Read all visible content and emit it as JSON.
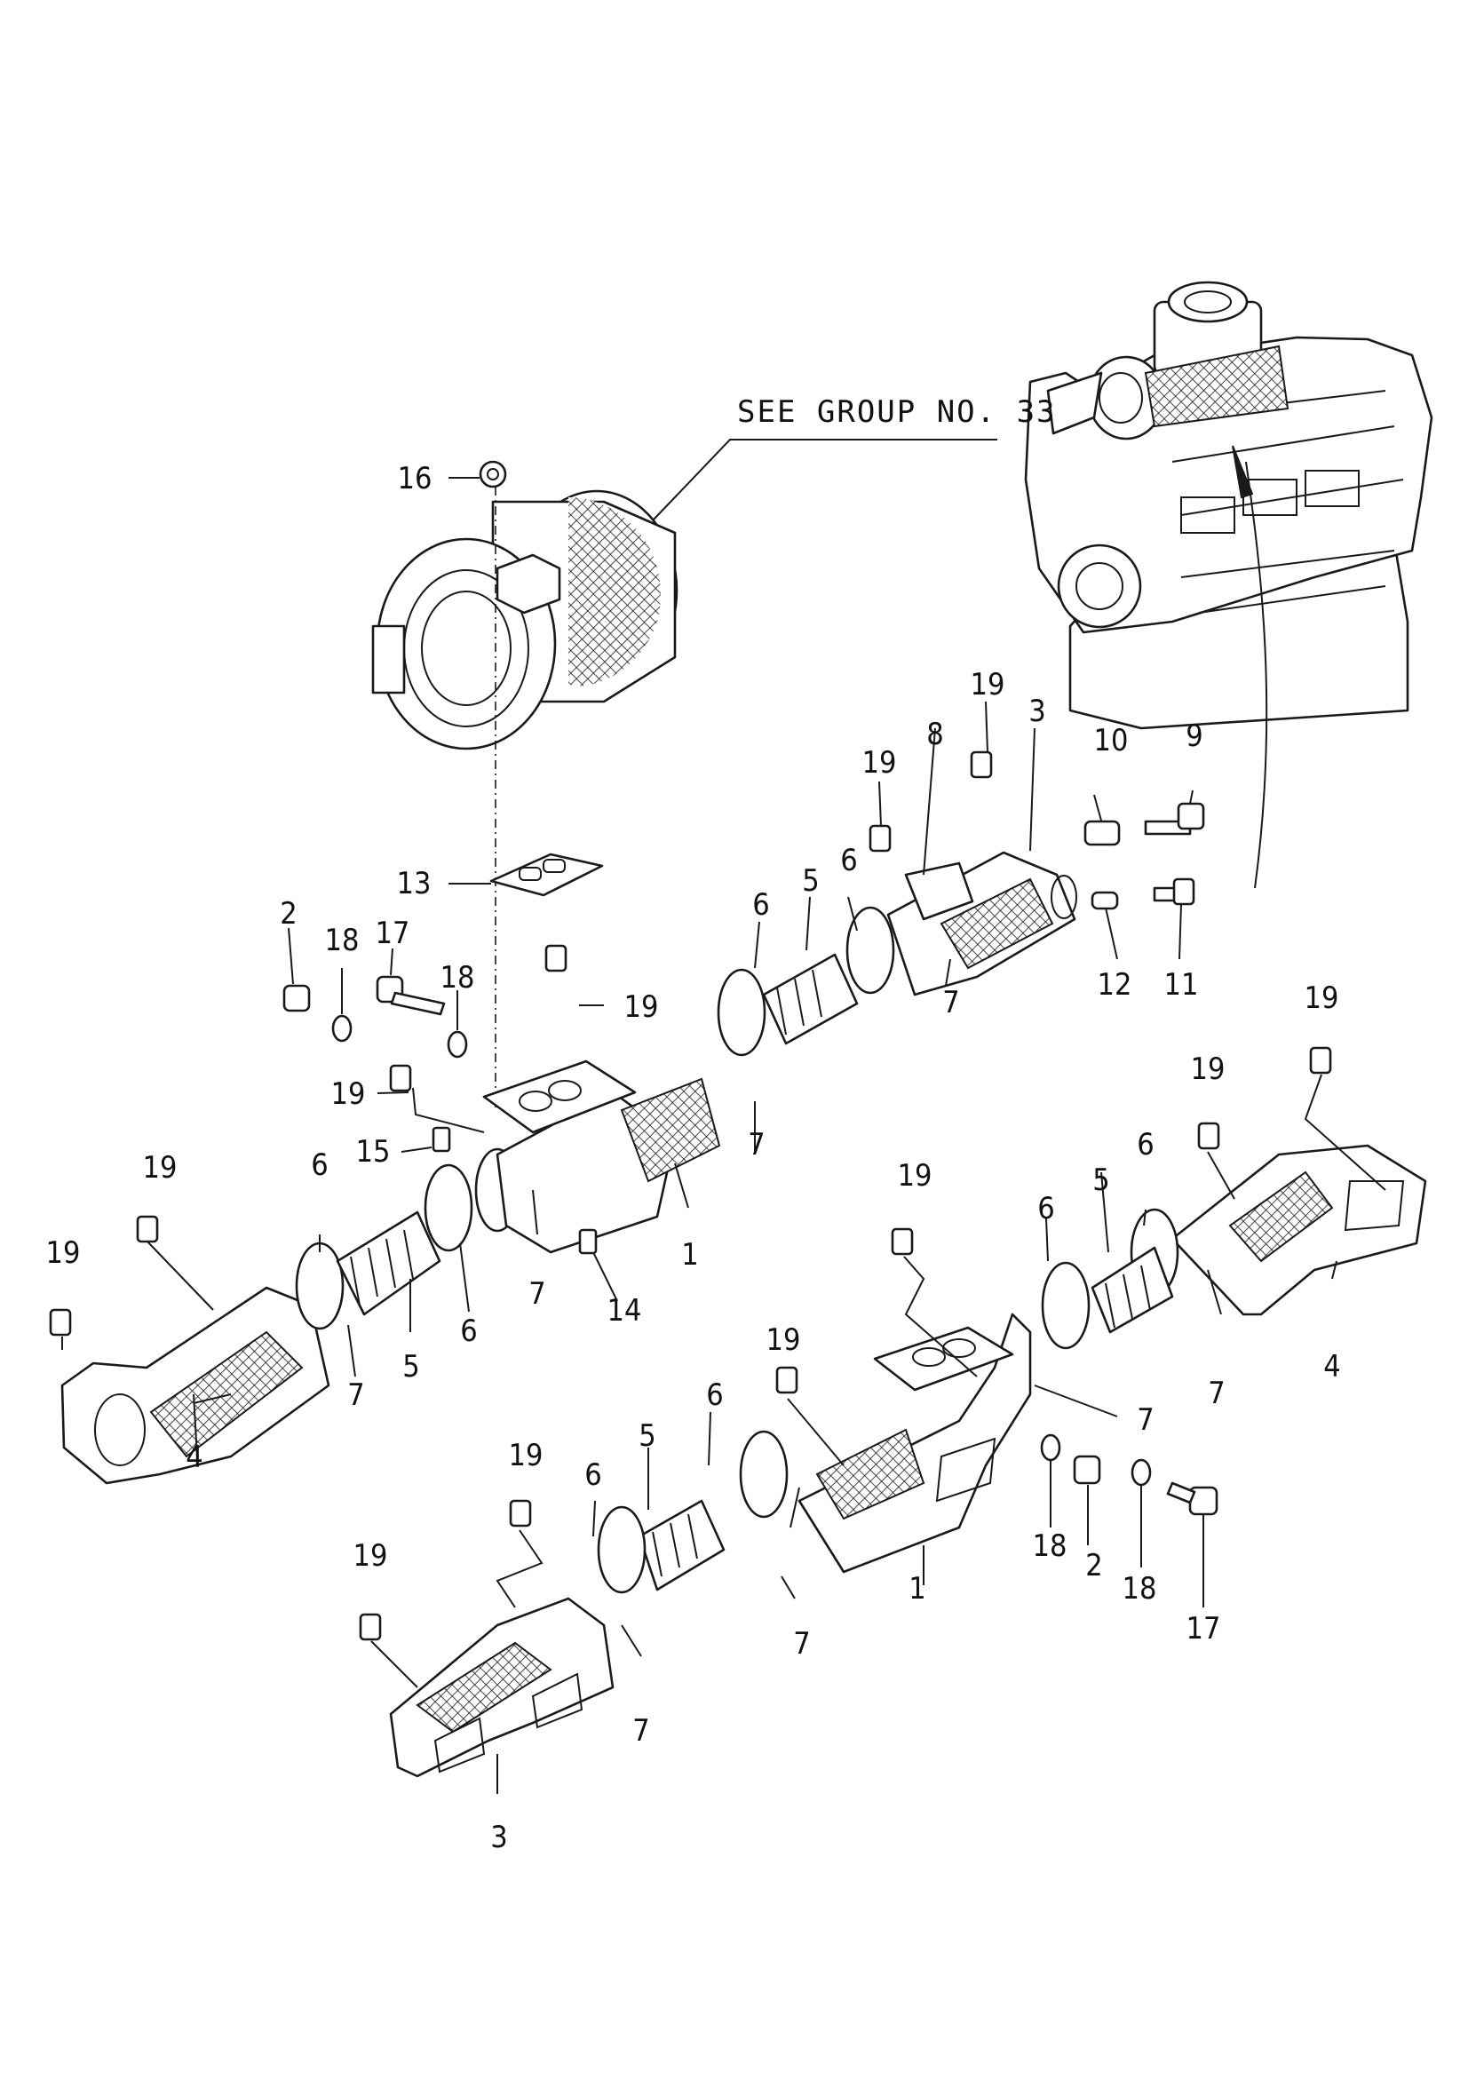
{
  "diagram": {
    "reference_note": "SEE GROUP NO. 33"
  },
  "callouts": [
    {
      "id": "c16",
      "label": "16"
    },
    {
      "id": "c13",
      "label": "13"
    },
    {
      "id": "c19a",
      "label": "19"
    },
    {
      "id": "c8",
      "label": "8"
    },
    {
      "id": "c3a",
      "label": "3"
    },
    {
      "id": "c10",
      "label": "10"
    },
    {
      "id": "c9",
      "label": "9"
    },
    {
      "id": "c19b",
      "label": "19"
    },
    {
      "id": "c6a",
      "label": "6"
    },
    {
      "id": "c5a",
      "label": "5"
    },
    {
      "id": "c6b",
      "label": "6"
    },
    {
      "id": "c12",
      "label": "12"
    },
    {
      "id": "c11",
      "label": "11"
    },
    {
      "id": "c7a",
      "label": "7"
    },
    {
      "id": "c2a",
      "label": "2"
    },
    {
      "id": "c18a",
      "label": "18"
    },
    {
      "id": "c17a",
      "label": "17"
    },
    {
      "id": "c18b",
      "label": "18"
    },
    {
      "id": "c19c",
      "label": "19"
    },
    {
      "id": "c19d",
      "label": "19"
    },
    {
      "id": "c15",
      "label": "15"
    },
    {
      "id": "c7b",
      "label": "7"
    },
    {
      "id": "c1a",
      "label": "1"
    },
    {
      "id": "c19e",
      "label": "19"
    },
    {
      "id": "c6c",
      "label": "6"
    },
    {
      "id": "c19f",
      "label": "19"
    },
    {
      "id": "c7c",
      "label": "7"
    },
    {
      "id": "c6d",
      "label": "6"
    },
    {
      "id": "c14",
      "label": "14"
    },
    {
      "id": "c5b",
      "label": "5"
    },
    {
      "id": "c7d",
      "label": "7"
    },
    {
      "id": "c4a",
      "label": "4"
    },
    {
      "id": "c19g",
      "label": "19"
    },
    {
      "id": "c19h",
      "label": "19"
    },
    {
      "id": "c6e",
      "label": "6"
    },
    {
      "id": "c5c",
      "label": "5"
    },
    {
      "id": "c6f",
      "label": "6"
    },
    {
      "id": "c19i",
      "label": "19"
    },
    {
      "id": "c19j",
      "label": "19"
    },
    {
      "id": "c4b",
      "label": "4"
    },
    {
      "id": "c7e",
      "label": "7"
    },
    {
      "id": "c7f",
      "label": "7"
    },
    {
      "id": "c19k",
      "label": "19"
    },
    {
      "id": "c6g",
      "label": "6"
    },
    {
      "id": "c5d",
      "label": "5"
    },
    {
      "id": "c6h",
      "label": "6"
    },
    {
      "id": "c18c",
      "label": "18"
    },
    {
      "id": "c2b",
      "label": "2"
    },
    {
      "id": "c18d",
      "label": "18"
    },
    {
      "id": "c1b",
      "label": "1"
    },
    {
      "id": "c17b",
      "label": "17"
    },
    {
      "id": "c19l",
      "label": "19"
    },
    {
      "id": "c7g",
      "label": "7"
    },
    {
      "id": "c7h",
      "label": "7"
    },
    {
      "id": "c3b",
      "label": "3"
    }
  ]
}
